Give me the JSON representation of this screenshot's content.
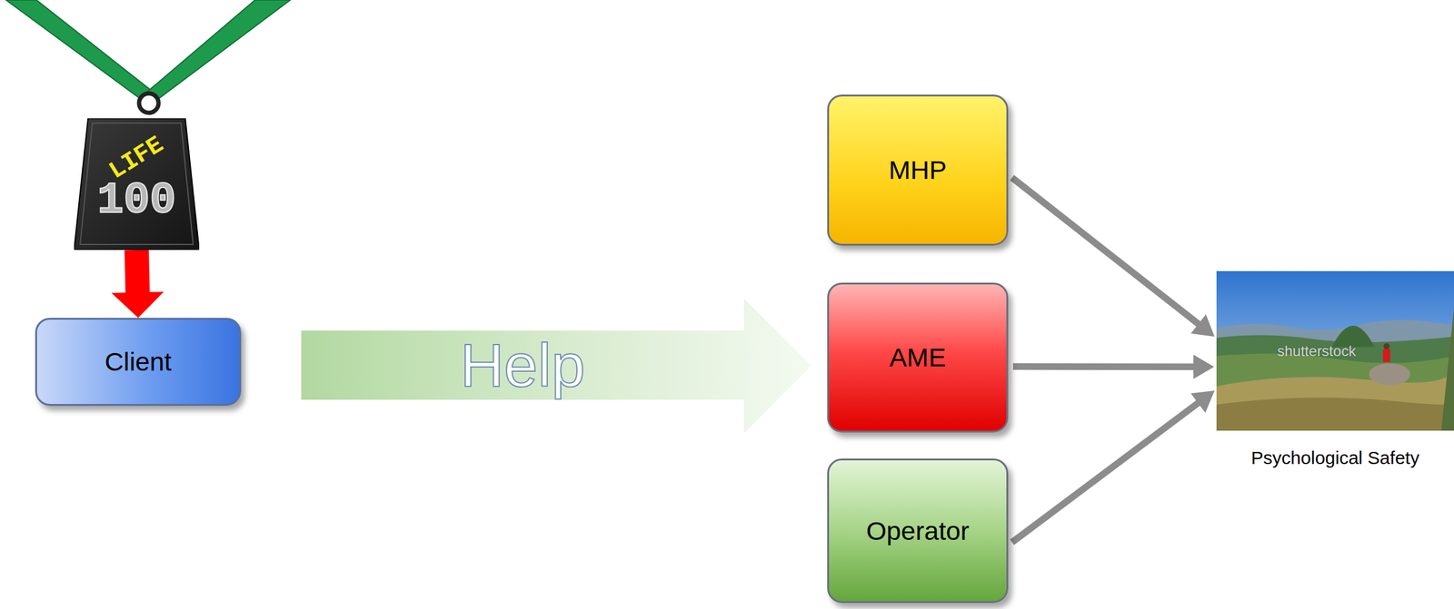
{
  "diagram": {
    "nodes": [
      {
        "text": [
          "100",
          "LIFE"
        ]
      },
      {
        "text": [
          "Client"
        ]
      },
      {
        "text": [
          "MHP"
        ]
      },
      {
        "text": [
          "AME"
        ]
      },
      {
        "text": [
          "Operator"
        ]
      },
      {
        "text": [
          "Psychological Safety"
        ]
      }
    ],
    "edges": [
      {
        "from": 0,
        "to": 1,
        "arrow": "to"
      },
      {
        "from": 2,
        "to": 5,
        "arrow": "to"
      },
      {
        "from": 3,
        "to": 5,
        "arrow": "to"
      },
      {
        "from": 4,
        "to": 5,
        "arrow": "to"
      }
    ],
    "labels": [
      "Help",
      "shutterstock"
    ]
  }
}
